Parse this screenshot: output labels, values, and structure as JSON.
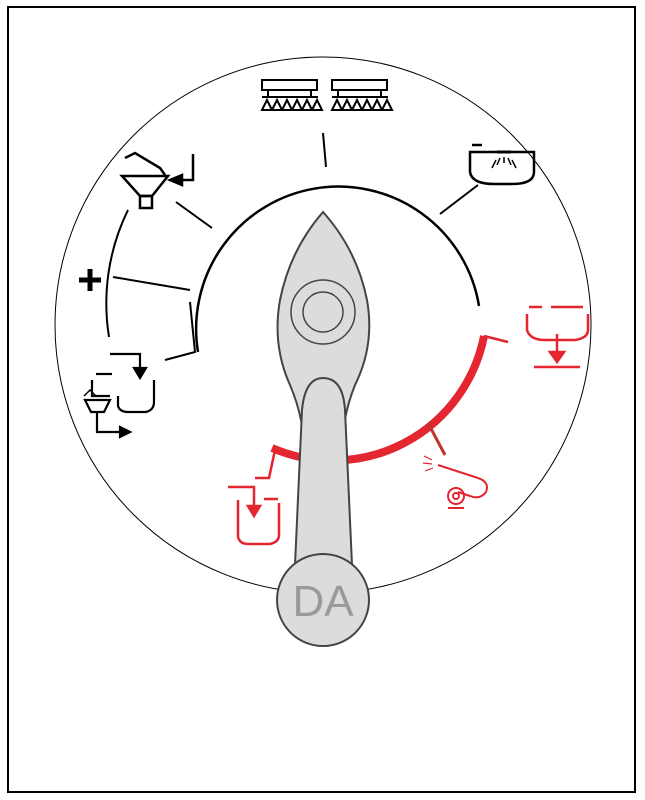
{
  "knob": {
    "label": "DA"
  },
  "colors": {
    "outline": "#000000",
    "active": "#e3262f",
    "lever_fill": "#dcdcdc",
    "lever_stroke": "#444444",
    "knob_text": "#9a9a9a"
  },
  "positions": [
    {
      "name": "spray-booms",
      "icon": "double-boom-sprayer-icon",
      "active": false
    },
    {
      "name": "tank-rinse",
      "icon": "tank-rinse-nozzle-icon",
      "active": false
    },
    {
      "name": "tank-drain",
      "icon": "tank-drain-icon",
      "active": true
    },
    {
      "name": "spray-gun",
      "icon": "spray-gun-hose-reel-icon",
      "active": true
    },
    {
      "name": "induction-hopper-fill",
      "icon": "induction-hopper-icon",
      "active": true
    },
    {
      "name": "hopper-to-tank",
      "icon": "hopper-transfer-icon",
      "active": false
    },
    {
      "name": "add-chemical",
      "icon": "plus-icon",
      "active": false
    },
    {
      "name": "hopper-rinse",
      "icon": "hopper-rinse-icon",
      "active": false
    }
  ]
}
